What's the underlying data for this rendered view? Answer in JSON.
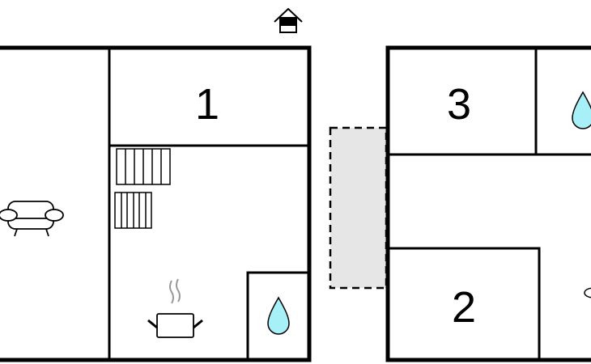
{
  "rooms": {
    "room1": "1",
    "room2": "2",
    "room3": "3"
  },
  "colors": {
    "wall": "#000000",
    "water": "#a8f0f8",
    "terrace": "#e6e6e6",
    "steam": "#999999"
  },
  "icons": [
    "house-icon",
    "sofa-icon",
    "stairs-icon",
    "cooking-pot-icon",
    "water-drop-icon"
  ]
}
